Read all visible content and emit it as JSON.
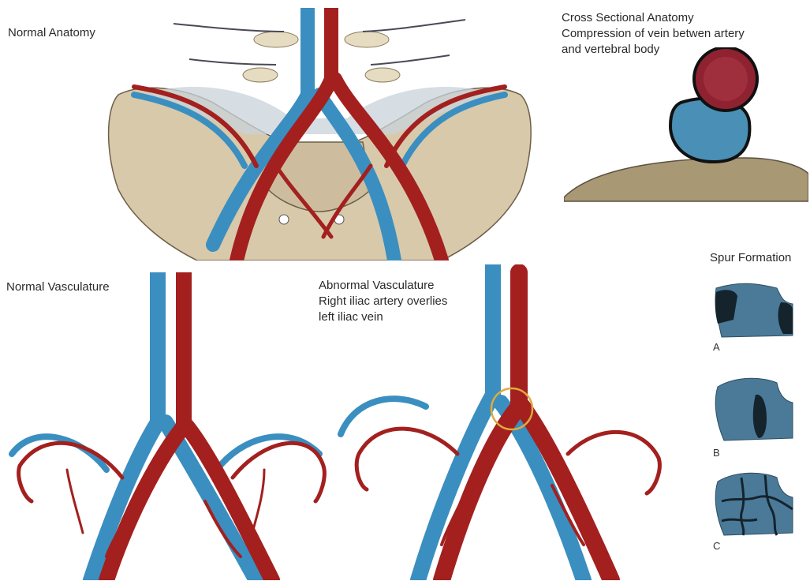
{
  "labels": {
    "normal_anatomy": "Normal Anatomy",
    "cross_section_line1": "Cross Sectional Anatomy",
    "cross_section_line2": "Compression of vein betwen artery",
    "cross_section_line3": "and vertebral body",
    "spur_formation": "Spur Formation",
    "normal_vasculature": "Normal Vasculature",
    "abnormal_line1": "Abnormal Vasculature",
    "abnormal_line2": "Right iliac artery overlies",
    "abnormal_line3": "left iliac vein",
    "spur_a": "A",
    "spur_b": "B",
    "spur_c": "C"
  },
  "colors": {
    "artery": "#a3201f",
    "vein": "#3a8fc0",
    "bone": "#d8c9ab",
    "ligament": "#c8d2da",
    "spur_fill": "#4a7a98",
    "spur_dark": "#15232d",
    "highlight_circle": "#e0aa3e"
  }
}
